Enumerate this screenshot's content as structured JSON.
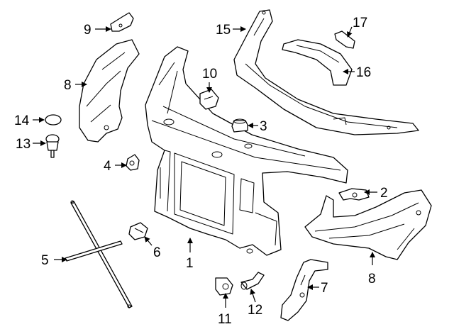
{
  "callouts": [
    {
      "id": "c1",
      "label": "1"
    },
    {
      "id": "c2",
      "label": "2"
    },
    {
      "id": "c3",
      "label": "3"
    },
    {
      "id": "c4",
      "label": "4"
    },
    {
      "id": "c5",
      "label": "5"
    },
    {
      "id": "c6",
      "label": "6"
    },
    {
      "id": "c7",
      "label": "7"
    },
    {
      "id": "c8a",
      "label": "8"
    },
    {
      "id": "c8b",
      "label": "8"
    },
    {
      "id": "c9",
      "label": "9"
    },
    {
      "id": "c10",
      "label": "10"
    },
    {
      "id": "c11",
      "label": "11"
    },
    {
      "id": "c12",
      "label": "12"
    },
    {
      "id": "c13",
      "label": "13"
    },
    {
      "id": "c14",
      "label": "14"
    },
    {
      "id": "c15",
      "label": "15"
    },
    {
      "id": "c16",
      "label": "16"
    },
    {
      "id": "c17",
      "label": "17"
    }
  ],
  "colors": {
    "line": "#000000",
    "background": "#ffffff"
  }
}
